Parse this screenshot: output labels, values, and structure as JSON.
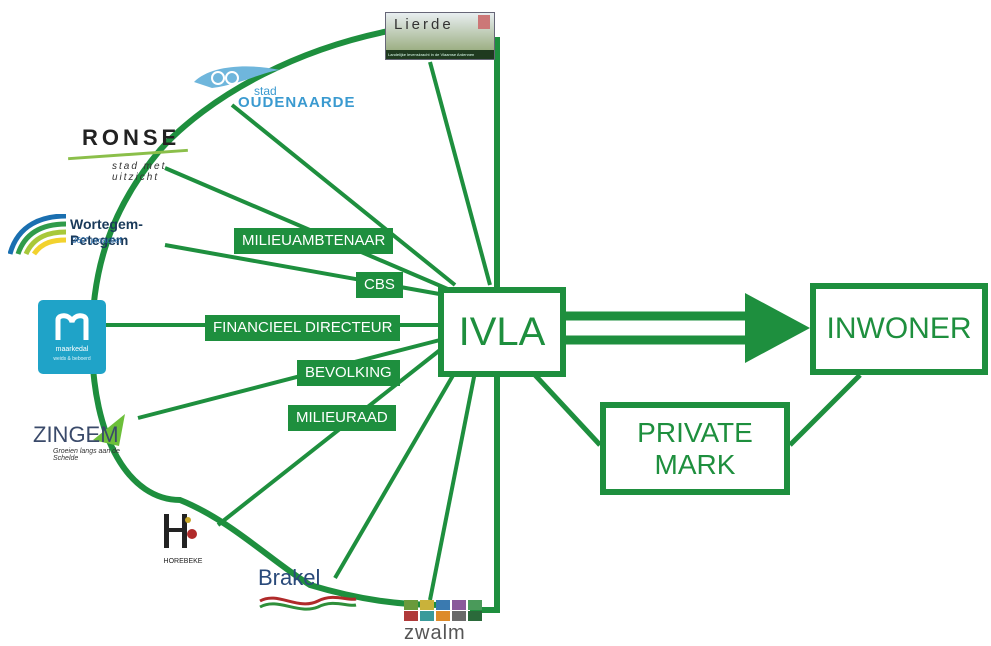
{
  "colors": {
    "accent": "#1e8f3e",
    "background": "#ffffff"
  },
  "center": {
    "label": "IVLA"
  },
  "target": {
    "label": "INWONER"
  },
  "intermediate": {
    "label_line1": "PRIVATE",
    "label_line2": "MARK"
  },
  "tags": [
    {
      "label": "MILIEUAMBTENAAR"
    },
    {
      "label": "CBS"
    },
    {
      "label": "FINANCIEEL DIRECTEUR"
    },
    {
      "label": "BEVOLKING"
    },
    {
      "label": "MILIEURAAD"
    }
  ],
  "municipalities": [
    {
      "name": "Lierde",
      "subtitle": "Landelijke levenskracht in de Vlaamse Ardennen",
      "icon": "lierde-logo"
    },
    {
      "name": "OUDENAARDE",
      "prefix": "stad",
      "icon": "oudenaarde-logo"
    },
    {
      "name": "RONSE",
      "subtitle": "stad met uitzicht",
      "icon": "ronse-logo"
    },
    {
      "name": "Wortegem-Petegem",
      "subtitle": "360° proactief",
      "icon": "wortegem-petegem-logo"
    },
    {
      "name": "maarkedal",
      "subtitle": "weids & beboerd",
      "icon": "maarkedal-logo"
    },
    {
      "name": "ZINGEM",
      "subtitle": "Groeien langs aan de Schelde",
      "icon": "zingem-logo"
    },
    {
      "name": "HOREBEKE",
      "icon": "horebeke-logo"
    },
    {
      "name": "Brakel",
      "icon": "brakel-logo"
    },
    {
      "name": "zwalm",
      "icon": "zwalm-logo"
    }
  ]
}
